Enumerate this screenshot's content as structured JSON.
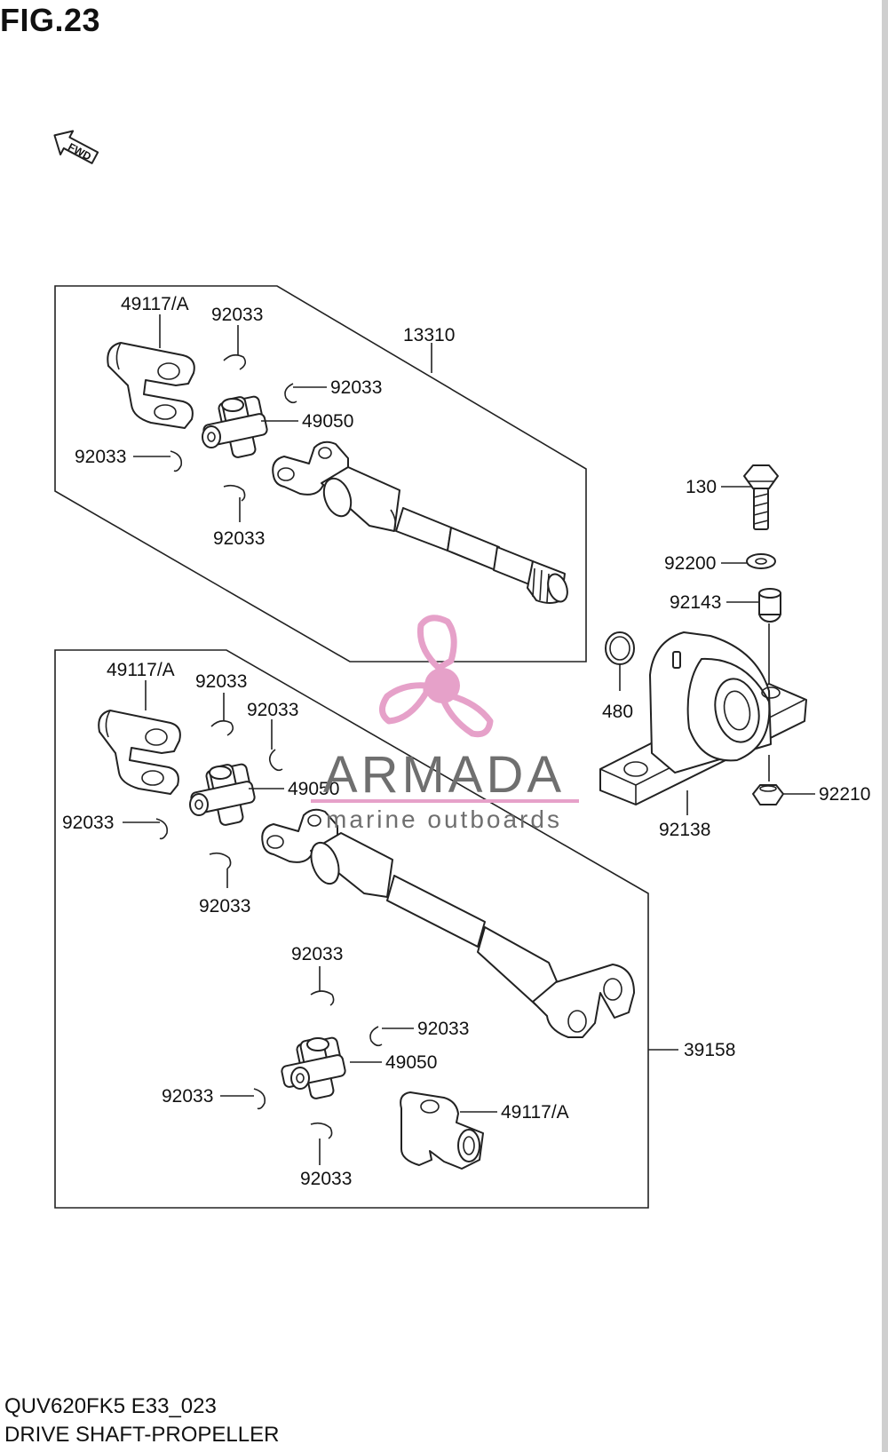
{
  "figure": {
    "title": "FIG.23"
  },
  "direction_badge": {
    "text": "FWD",
    "icon": "forward-arrow-icon"
  },
  "watermark": {
    "brand": "ARMADA",
    "tagline": "marine outboards",
    "color": "#e6a1c9",
    "text_color": "#6f6f6f"
  },
  "footer": {
    "model_code": "QUV620FK5 E33_023",
    "section_name": "DRIVE SHAFT-PROPELLER"
  },
  "callouts": [
    {
      "id": "c01",
      "part_number": "49117/A"
    },
    {
      "id": "c02",
      "part_number": "92033"
    },
    {
      "id": "c03",
      "part_number": "13310"
    },
    {
      "id": "c04",
      "part_number": "92033"
    },
    {
      "id": "c05",
      "part_number": "49050"
    },
    {
      "id": "c06",
      "part_number": "92033"
    },
    {
      "id": "c07",
      "part_number": "92033"
    },
    {
      "id": "c08",
      "part_number": "130"
    },
    {
      "id": "c09",
      "part_number": "92200"
    },
    {
      "id": "c10",
      "part_number": "92143"
    },
    {
      "id": "c11",
      "part_number": "480"
    },
    {
      "id": "c12",
      "part_number": "92210"
    },
    {
      "id": "c13",
      "part_number": "92138"
    },
    {
      "id": "c14",
      "part_number": "49117/A"
    },
    {
      "id": "c15",
      "part_number": "92033"
    },
    {
      "id": "c16",
      "part_number": "92033"
    },
    {
      "id": "c17",
      "part_number": "49050"
    },
    {
      "id": "c18",
      "part_number": "92033"
    },
    {
      "id": "c19",
      "part_number": "92033"
    },
    {
      "id": "c20",
      "part_number": "92033"
    },
    {
      "id": "c21",
      "part_number": "92033"
    },
    {
      "id": "c22",
      "part_number": "39158"
    },
    {
      "id": "c23",
      "part_number": "49050"
    },
    {
      "id": "c24",
      "part_number": "92033"
    },
    {
      "id": "c25",
      "part_number": "49117/A"
    },
    {
      "id": "c26",
      "part_number": "92033"
    }
  ]
}
